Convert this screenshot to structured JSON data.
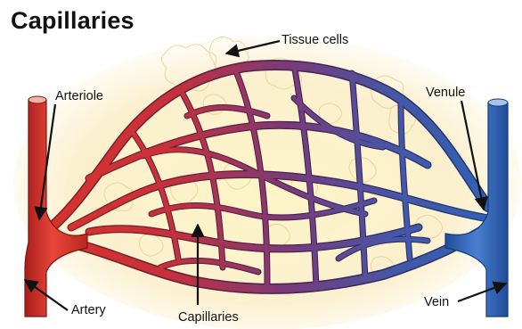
{
  "title": "Capillaries",
  "labels": {
    "tissue_cells": "Tissue cells",
    "arteriole": "Arteriole",
    "venule": "Venule",
    "artery": "Artery",
    "capillaries": "Capillaries",
    "vein": "Vein"
  },
  "colors": {
    "arterial_red": "#d9342b",
    "venous_blue": "#2f62b5",
    "mixed_purple": "#7a3a78",
    "background_glow": "#fbf2c9",
    "tissue_cell_outline": "#e6d59e"
  }
}
